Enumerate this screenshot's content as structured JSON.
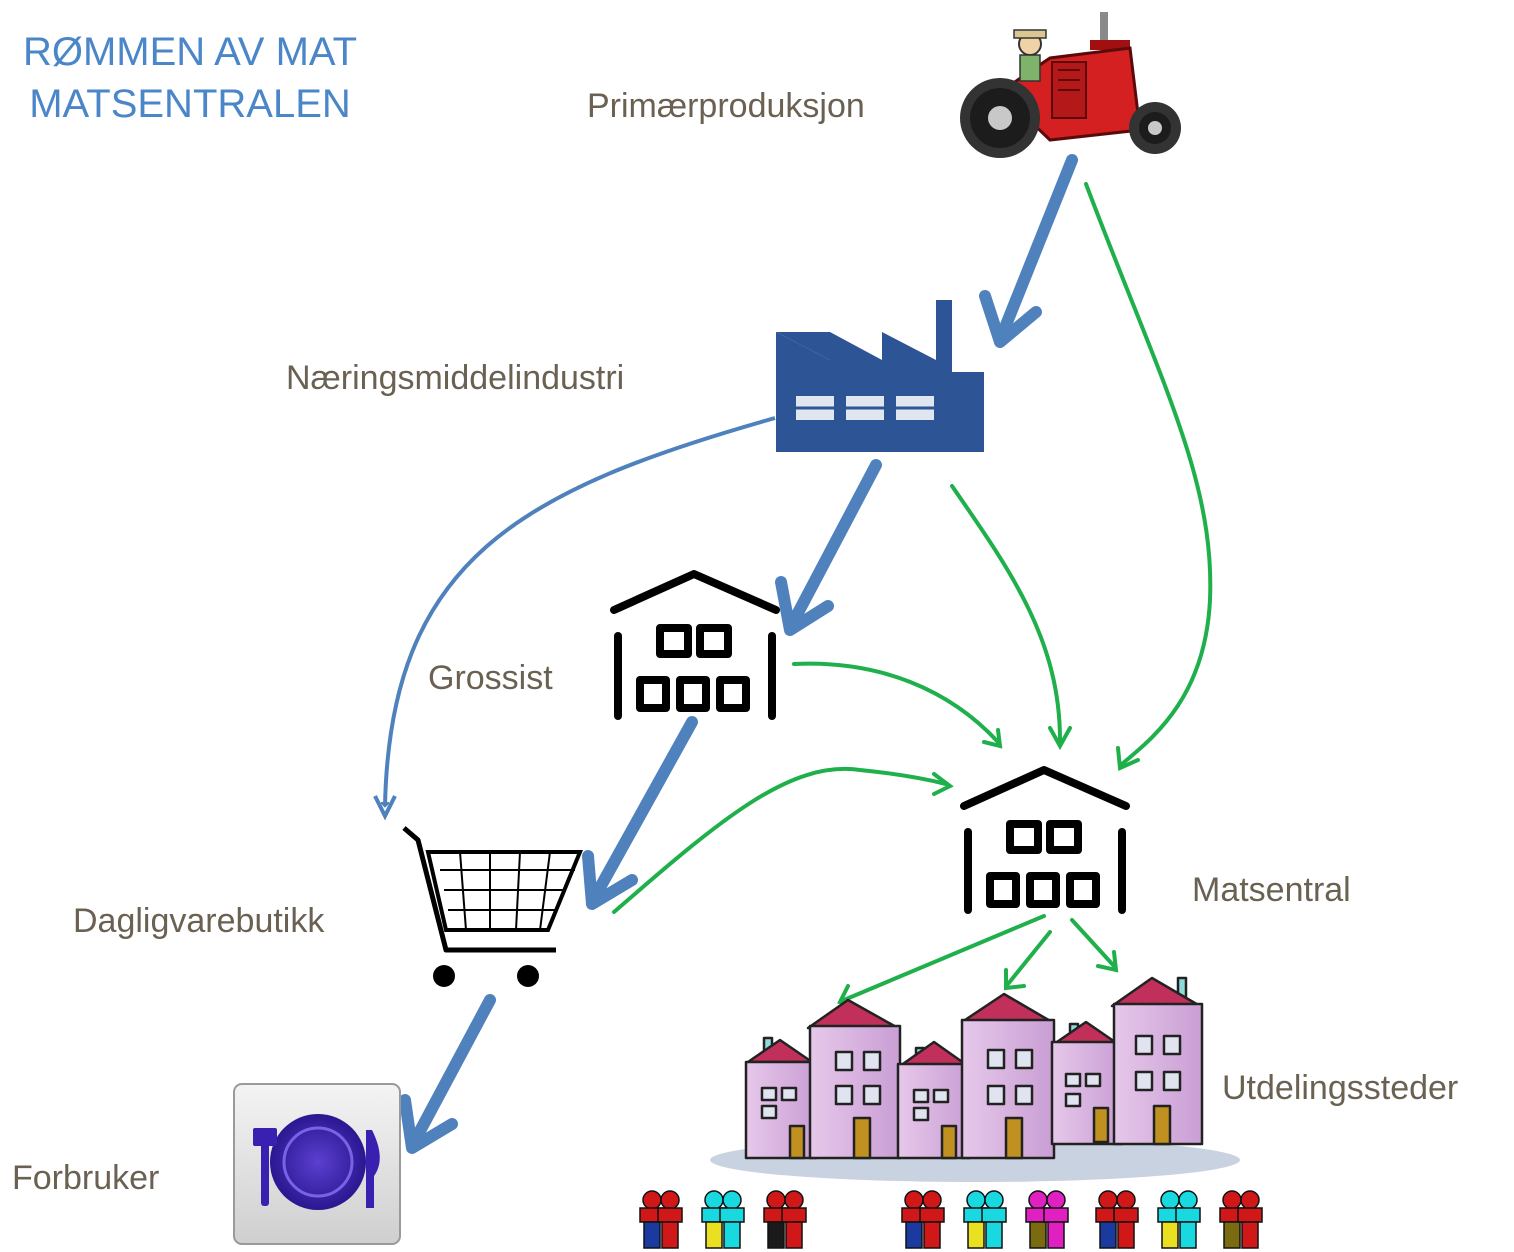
{
  "title": {
    "line1": "RØMMEN AV MAT",
    "line2": "MATSENTRALEN"
  },
  "nodes": {
    "primary": "Primærproduksjon",
    "industry": "Næringsmiddelindustri",
    "wholesaler": "Grossist",
    "store": "Dagligvarebutikk",
    "consumer": "Forbruker",
    "central": "Matsentral",
    "distribution": "Utdelingssteder"
  },
  "colors": {
    "main_flow": "#4f81bd",
    "food_bank_flow": "#1fb04c",
    "title": "#4a86c8",
    "label": "#6b6152",
    "factory": "#2d5596"
  },
  "icons": [
    "tractor-icon",
    "factory-icon",
    "warehouse-icon",
    "shopping-cart-icon",
    "plate-cutlery-icon",
    "houses-icon",
    "people-icon"
  ]
}
